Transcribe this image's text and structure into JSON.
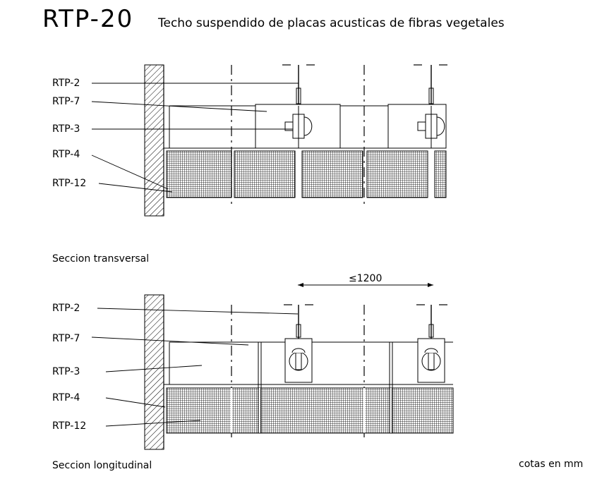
{
  "header": {
    "code": "RTP-20",
    "title": "Techo suspendido de placas acusticas de fibras vegetales"
  },
  "section_transversal": {
    "caption": "Seccion transversal",
    "labels": [
      "RTP-2",
      "RTP-7",
      "RTP-3",
      "RTP-4",
      "RTP-12"
    ]
  },
  "section_longitudinal": {
    "caption": "Seccion longitudinal",
    "dimension": "≤1200",
    "labels": [
      "RTP-2",
      "RTP-7",
      "RTP-3",
      "RTP-4",
      "RTP-12"
    ]
  },
  "footer": {
    "units_note": "cotas en mm"
  }
}
